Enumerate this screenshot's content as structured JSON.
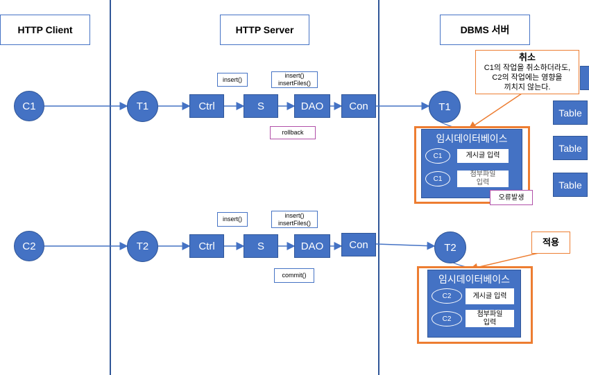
{
  "headers": {
    "client": "HTTP Client",
    "server": "HTTP Server",
    "dbms": "DBMS 서버"
  },
  "flow1": {
    "client": "C1",
    "thread": "T1",
    "ctrl": "Ctrl",
    "service": "S",
    "dao": "DAO",
    "con": "Con",
    "db_thread": "T1",
    "note_insert": "insert()",
    "note_dao_line1": "insert()",
    "note_dao_line2": "insertFiles()",
    "note_tx": "rollback"
  },
  "flow2": {
    "client": "C2",
    "thread": "T2",
    "ctrl": "Ctrl",
    "service": "S",
    "dao": "DAO",
    "con": "Con",
    "db_thread": "T2",
    "note_insert": "insert()",
    "note_dao_line1": "insert()",
    "note_dao_line2": "insertFiles()",
    "note_tx": "commit()"
  },
  "tempdb1": {
    "title": "임시데이터베이스",
    "row1_client": "C1",
    "row1_label": "게시글 입력",
    "row2_client": "C1",
    "row2_label_line1": "첨부파일",
    "row2_label_line2": "입력",
    "error": "오류발생"
  },
  "tempdb2": {
    "title": "임시데이터베이스",
    "row1_client": "C2",
    "row1_label": "게시글 입력",
    "row2_client": "C2",
    "row2_label_line1": "첨부파일",
    "row2_label_line2": "입력"
  },
  "callout_cancel": {
    "title": "취소",
    "line1": "C1의 작업을 취소하더라도,",
    "line2": "C2의 작업에는 영향을",
    "line3": "끼치지 않는다."
  },
  "callout_apply": {
    "title": "적용"
  },
  "tables": [
    "Table",
    "Table",
    "Table"
  ],
  "colors": {
    "node_blue": "#4472c4",
    "node_border": "#2f5597",
    "highlight_orange": "#ed7d31",
    "error_pink": "#b04fa8",
    "cross_magenta": "#e36fd1"
  }
}
